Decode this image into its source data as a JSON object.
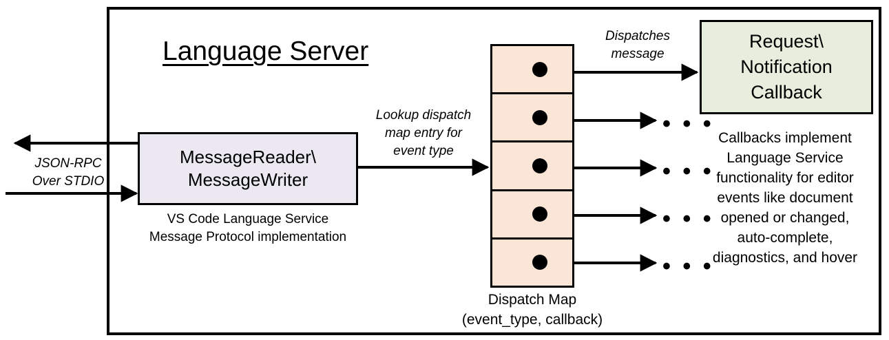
{
  "diagram": {
    "title": "Language Server",
    "external_interface": {
      "label_line1": "JSON-RPC",
      "label_line2": "Over STDIO",
      "outbound_arrow": "arrow-left-out",
      "inbound_arrow": "arrow-right-in"
    },
    "message_io": {
      "line1": "MessageReader\\",
      "line2": "MessageWriter",
      "caption_line1": "VS Code Language Service",
      "caption_line2": "Message Protocol implementation",
      "fill": "#ebe8f2"
    },
    "lookup_edge": {
      "line1": "Lookup dispatch",
      "line2": "map entry for",
      "line3": "event type"
    },
    "dispatch_map": {
      "caption_line1": "Dispatch Map",
      "caption_line2": "(event_type, callback)",
      "fill": "#fae5d6",
      "entries": [
        {
          "id": "entry-1",
          "target": "callback-box",
          "trailing": ""
        },
        {
          "id": "entry-2",
          "target": "ellipsis",
          "trailing": "• • •"
        },
        {
          "id": "entry-3",
          "target": "ellipsis",
          "trailing": "• • •"
        },
        {
          "id": "entry-4",
          "target": "ellipsis",
          "trailing": "• • •"
        },
        {
          "id": "entry-5",
          "target": "ellipsis",
          "trailing": "• • •"
        }
      ]
    },
    "dispatch_edge": {
      "line1": "Dispatches",
      "line2": "message"
    },
    "callback": {
      "line1": "Request\\",
      "line2": "Notification",
      "line3": "Callback",
      "fill": "#e7eedd",
      "caption_line1": "Callbacks implement",
      "caption_line2": "Language Service",
      "caption_line3": "functionality for editor",
      "caption_line4": "events like document",
      "caption_line5": "opened or changed,",
      "caption_line6": "auto-complete,",
      "caption_line7": "diagnostics, and hover"
    },
    "colors": {
      "stroke": "#000000",
      "background": "#ffffff"
    }
  }
}
